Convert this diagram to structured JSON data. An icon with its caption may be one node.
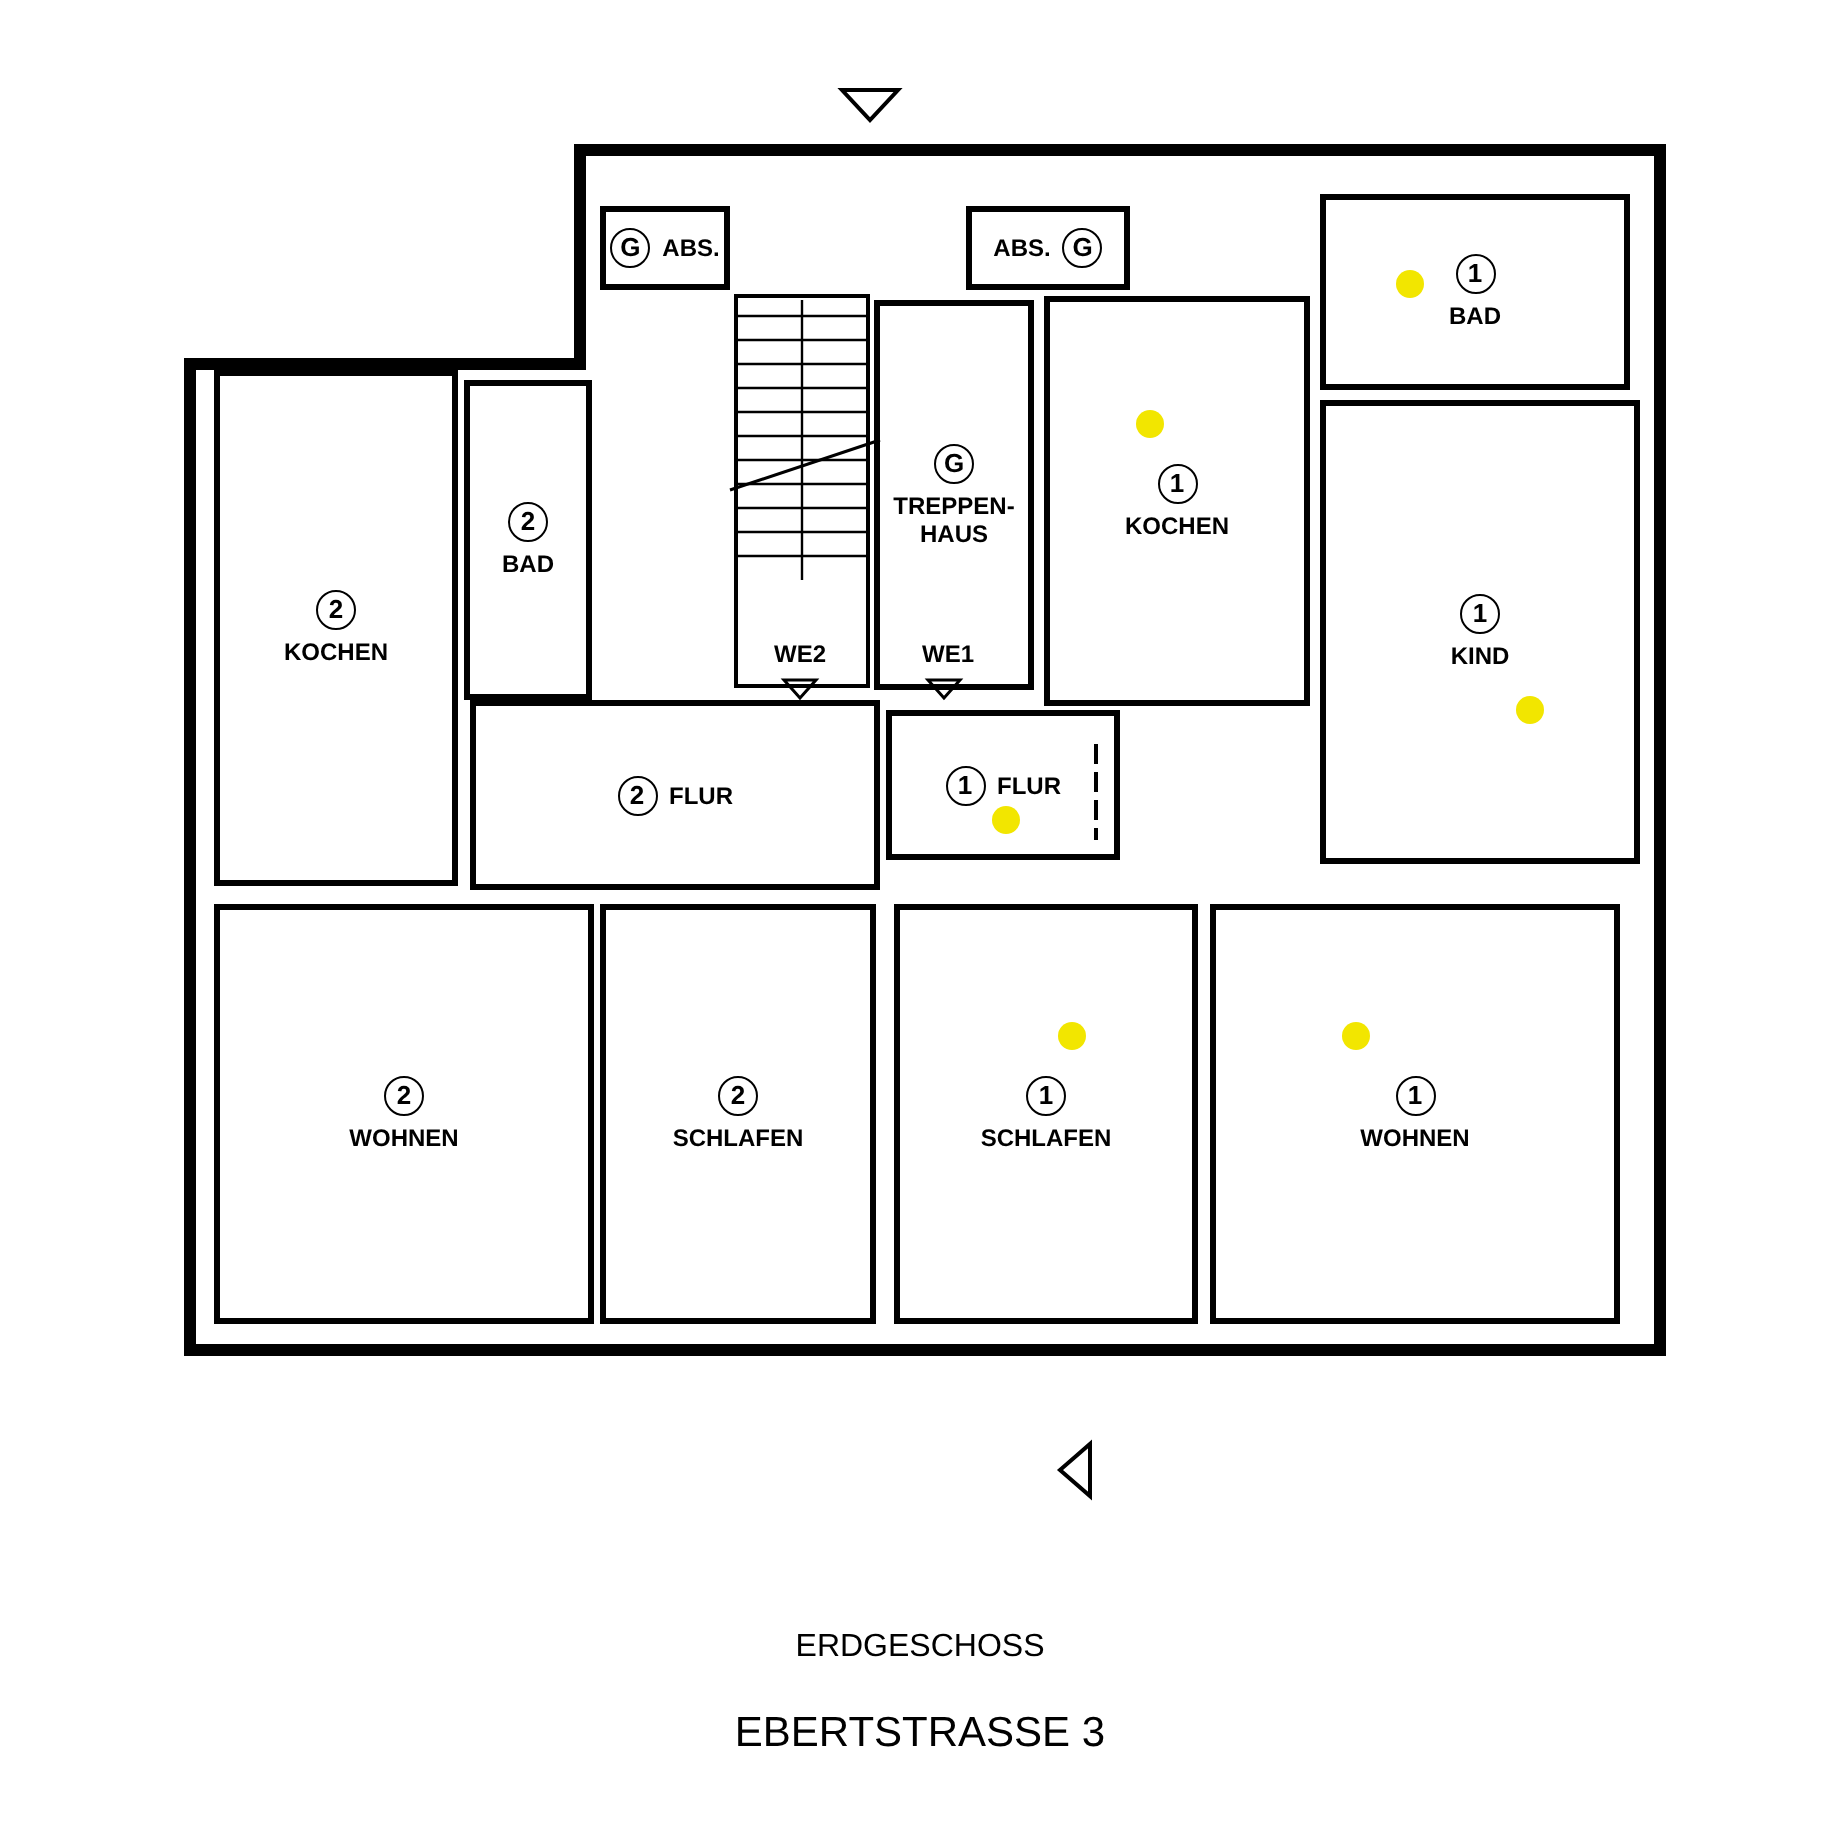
{
  "diagram": {
    "nodes": [
      {
        "text": [
          "G",
          "ABS."
        ]
      },
      {
        "text": [
          "G",
          "TREPPEN- HAUS"
        ]
      },
      {
        "text": [
          "ABS.",
          "G"
        ]
      },
      {
        "text": [
          "1",
          "BAD"
        ]
      },
      {
        "text": [
          "2",
          "KOCHEN"
        ]
      },
      {
        "text": [
          "2",
          "BAD"
        ]
      },
      {
        "text": [
          "1",
          "KOCHEN"
        ]
      },
      {
        "text": [
          "1",
          "KIND"
        ]
      },
      {
        "text": [
          "2",
          "FLUR"
        ]
      },
      {
        "text": [
          "1",
          "FLUR"
        ]
      },
      {
        "text": [
          "2",
          "WOHNEN"
        ]
      },
      {
        "text": [
          "2",
          "SCHLAFEN"
        ]
      },
      {
        "text": [
          "1",
          "SCHLAFEN"
        ]
      },
      {
        "text": [
          "1",
          "WOHNEN"
        ]
      }
    ],
    "labels": [
      "WE2",
      "WE1",
      "ERDGESCHOSS",
      "EBERTSTRASSE 3"
    ]
  }
}
